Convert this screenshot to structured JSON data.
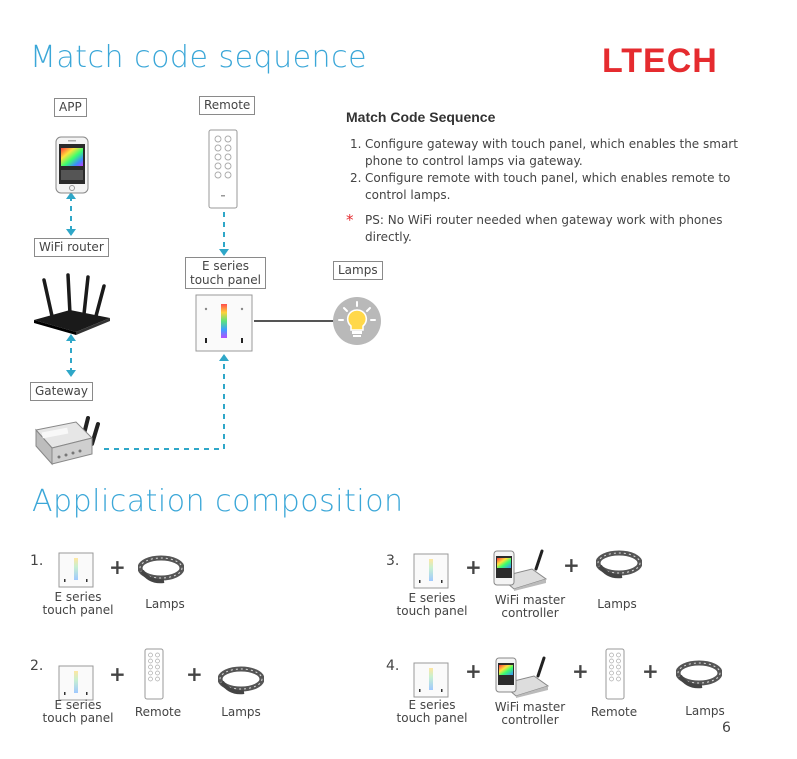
{
  "brand": "LTECH",
  "page_number": "6",
  "colors": {
    "accent": "#3ba7d8",
    "brand": "#e52b2f",
    "dashed": "#2fa7c8",
    "connector": "#555555",
    "asterisk": "#e52b2f"
  },
  "section1": {
    "title": "Match code sequence",
    "labels": {
      "app": "APP",
      "remote": "Remote",
      "wifi_router": "WiFi router",
      "e_series_line1": "E series",
      "e_series_line2": "touch panel",
      "lamps": "Lamps",
      "gateway": "Gateway"
    },
    "info": {
      "heading": "Match Code Sequence",
      "items": [
        {
          "num": "1.",
          "line1": "Configure gateway with touch panel, which enables the smart",
          "line2": "phone to control lamps via gateway."
        },
        {
          "num": "2.",
          "line1": "Configure remote with touch panel, which enables remote to",
          "line2": "control lamps."
        }
      ],
      "note_mark": "*",
      "note_line1": "PS: No WiFi router needed when gateway work with phones",
      "note_line2": "directly."
    }
  },
  "section2": {
    "title": "Application composition",
    "plus": "+",
    "combos": [
      {
        "num": "1.",
        "labels": {
          "panel_l1": "E series",
          "panel_l2": "touch panel",
          "lamps": "Lamps"
        }
      },
      {
        "num": "3.",
        "labels": {
          "panel_l1": "E series",
          "panel_l2": "touch panel",
          "master_l1": "WiFi master",
          "master_l2": "controller",
          "lamps": "Lamps"
        }
      },
      {
        "num": "2.",
        "labels": {
          "panel_l1": "E series",
          "panel_l2": "touch panel",
          "remote": "Remote",
          "lamps": "Lamps"
        }
      },
      {
        "num": "4.",
        "labels": {
          "panel_l1": "E series",
          "panel_l2": "touch panel",
          "master_l1": "WiFi master",
          "master_l2": "controller",
          "remote": "Remote",
          "lamps": "Lamps"
        }
      }
    ]
  }
}
